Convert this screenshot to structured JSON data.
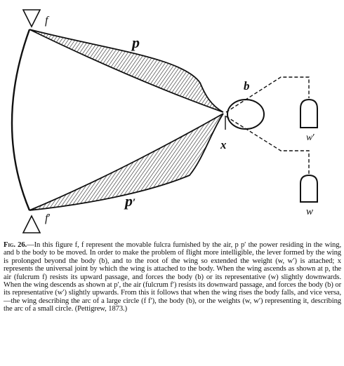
{
  "figure": {
    "labels": {
      "f_top": "f",
      "f_bottom": "f",
      "p": "p",
      "p_prime": "p",
      "b": "b",
      "x": "x",
      "w_prime": "w",
      "w": "w"
    }
  },
  "caption": {
    "fig_number": "Fig. 26.",
    "text": "—In this figure f, f represent the movable fulcra furnished by the air, p p′ the power residing in the wing, and b the body to be moved. In order to make the problem of flight more intelligible, the lever formed by the wing is prolonged beyond the body (b), and to the root of the wing so extended the weight (w, w′) is attached; x represents the universal joint by which the wing is attached to the body. When the wing ascends as shown at p, the air (fulcrum f) resists its upward passage, and forces the body (b) or its representative (w) slightly downwards. When the wing descends as shown at p′, the air (fulcrum f′) resists its downward passage, and forces the body (b) or its representative (w′) slightly upwards. From this it follows that when the wing rises the body falls, and vice versa,—the wing describing the arc of a large circle (f f′), the body (b), or the weights (w, w′) representing it, describing the arc of a small circle. (Pettigrew, 1873.)"
  }
}
